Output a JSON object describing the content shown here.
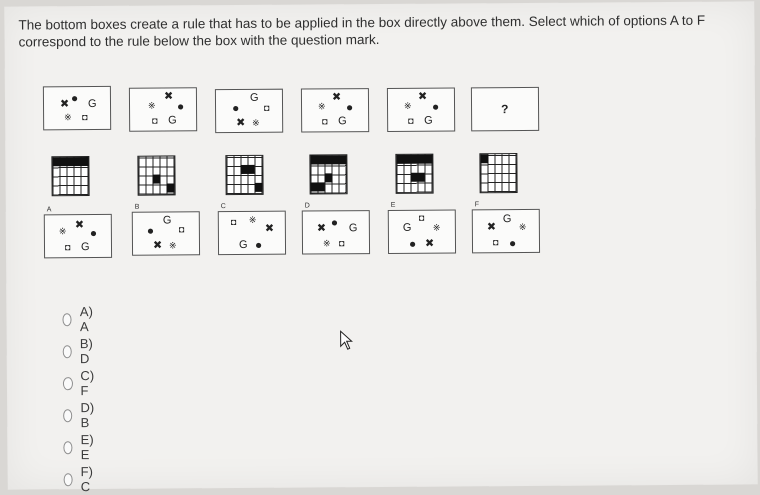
{
  "question": "The bottom boxes create a rule that has to be applied in the box directly above them. Select which of options A to F correspond to the rule below the box with the question mark.",
  "top_boxes": [
    {
      "id": "box-1",
      "symbols": [
        "✖",
        "●",
        "G",
        "※",
        "◘"
      ]
    },
    {
      "id": "box-2",
      "symbols": [
        "✖",
        "※",
        "●",
        "◘",
        "G"
      ]
    },
    {
      "id": "box-3",
      "symbols": [
        "G",
        "●",
        "◘",
        "✖",
        "※"
      ]
    },
    {
      "id": "box-4",
      "symbols": [
        "✖",
        "※",
        "●",
        "◘",
        "G"
      ]
    },
    {
      "id": "box-5",
      "symbols": [
        "✖",
        "※",
        "●",
        "◘",
        "G"
      ]
    },
    {
      "id": "box-6",
      "question_mark": "?"
    }
  ],
  "rule_letters": [
    "A",
    "B",
    "C",
    "D",
    "E",
    "F"
  ],
  "options": [
    {
      "label": "A) A"
    },
    {
      "label": "B) D"
    },
    {
      "label": "C) F"
    },
    {
      "label": "D) B"
    },
    {
      "label": "E) E"
    },
    {
      "label": "F) C"
    }
  ],
  "colors": {
    "text": "#2f2f2f",
    "box_border": "#555555",
    "grid_fill": "#111111"
  }
}
